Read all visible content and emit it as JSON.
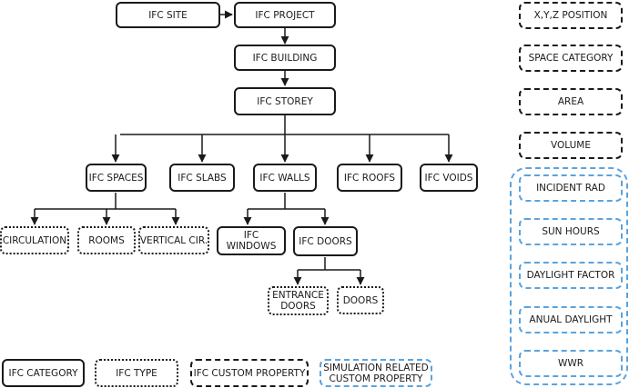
{
  "colors": {
    "stroke": "#1a1a1a",
    "simulation": "#5aa3df"
  },
  "nodes": {
    "ifc_site": "IFC SITE",
    "ifc_project": "IFC PROJECT",
    "ifc_building": "IFC BUILDING",
    "ifc_storey": "IFC STOREY",
    "ifc_spaces": "IFC SPACES",
    "ifc_slabs": "IFC SLABS",
    "ifc_walls": "IFC WALLS",
    "ifc_roofs": "IFC ROOFS",
    "ifc_voids": "IFC VOIDS",
    "circulation": "CIRCULATION",
    "rooms": "ROOMS",
    "vertical_cir": "VERTICAL CIR.",
    "ifc_windows_line1": "IFC",
    "ifc_windows_line2": "WINDOWS",
    "ifc_doors": "IFC DOORS",
    "entrance_doors_line1": "ENTRANCE",
    "entrance_doors_line2": "DOORS",
    "doors": "DOORS"
  },
  "custom_properties": [
    "X,Y,Z POSITION",
    "SPACE CATEGORY",
    "AREA",
    "VOLUME"
  ],
  "simulation_properties": [
    "INCIDENT RAD",
    "SUN HOURS",
    "DAYLIGHT FACTOR",
    "ANUAL DAYLIGHT",
    "WWR"
  ],
  "legend": {
    "category": "IFC CATEGORY",
    "type": "IFC TYPE",
    "custom": "IFC CUSTOM PROPERTY",
    "simulation_line1": "SIMULATION RELATED",
    "simulation_line2": "CUSTOM PROPERTY"
  }
}
